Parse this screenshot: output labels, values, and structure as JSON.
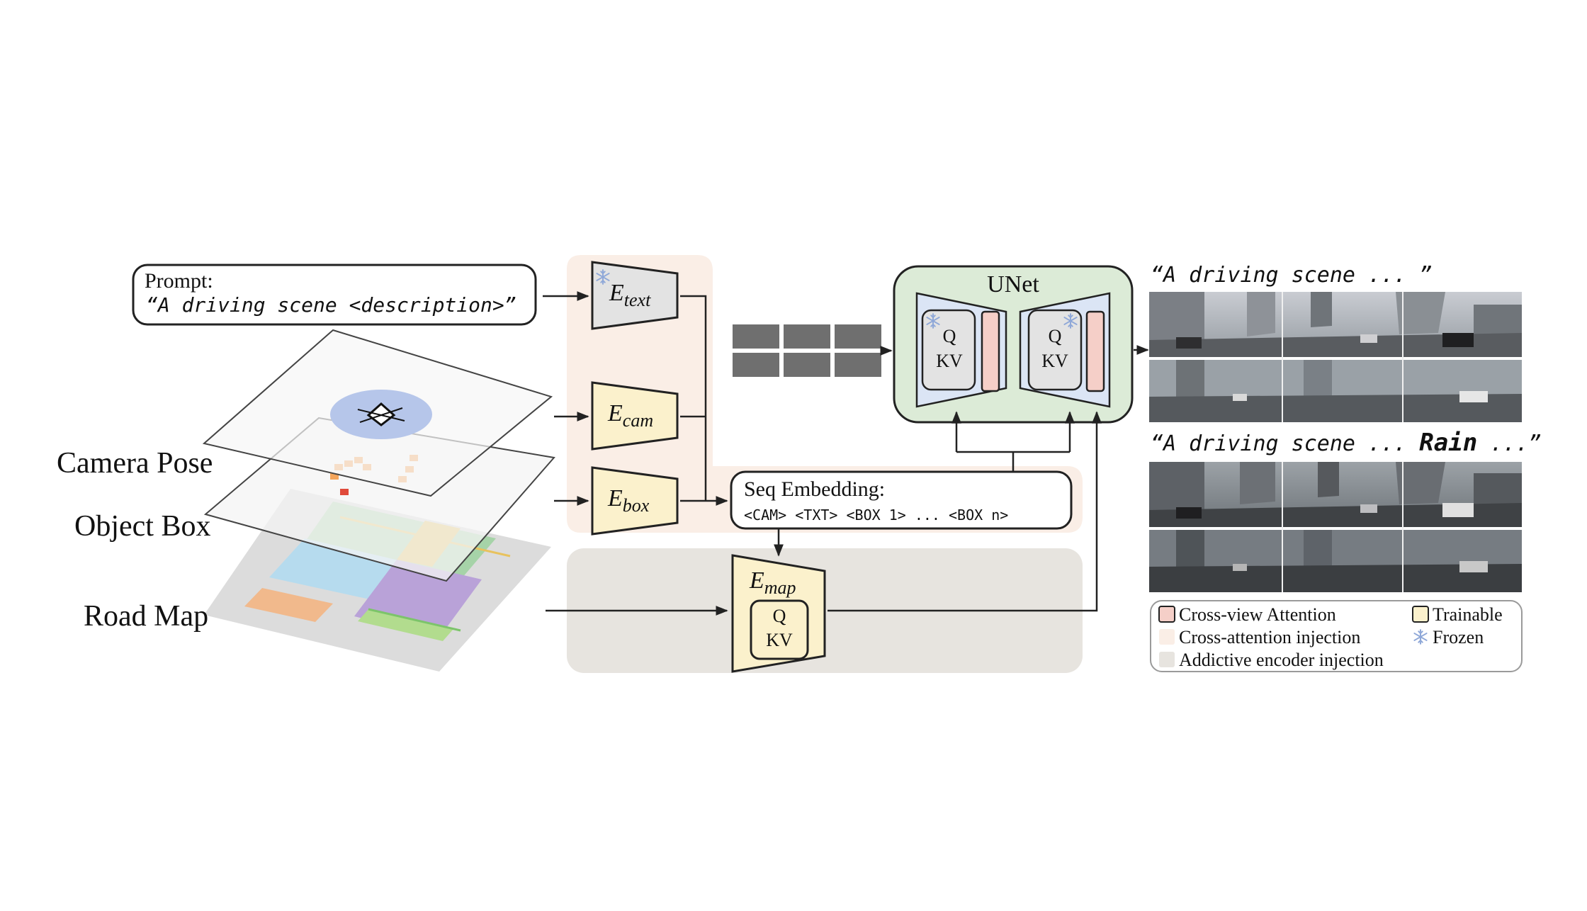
{
  "prompt": {
    "title": "Prompt:",
    "text": "“A driving scene <description>”"
  },
  "inputs": {
    "camera_pose": "Camera Pose",
    "object_box": "Object Box",
    "road_map": "Road Map"
  },
  "encoders": {
    "text": {
      "base": "E",
      "sub": "text"
    },
    "cam": {
      "base": "E",
      "sub": "cam"
    },
    "box": {
      "base": "E",
      "sub": "box"
    },
    "map": {
      "base": "E",
      "sub": "map"
    }
  },
  "attention": {
    "q": "Q",
    "kv": "KV"
  },
  "unet": {
    "title": "UNet"
  },
  "seq_embedding": {
    "title": "Seq Embedding:",
    "tokens": "<CAM> <TXT> <BOX 1> ... <BOX n>"
  },
  "outputs": {
    "caption_1": "“A driving scene ... ”",
    "caption_2_prefix": "“A driving scene ... ",
    "caption_2_emph": "Rain",
    "caption_2_suffix": " ...”"
  },
  "legend": {
    "cross_view": "Cross-view Attention",
    "trainable": "Trainable",
    "cross_attention": "Cross-attention injection",
    "frozen": "Frozen",
    "additive": "Addictive encoder injection"
  },
  "colors": {
    "cross_view_attention": "#f5cfc8",
    "trainable": "#fbf1cc",
    "cross_attention_injection": "#faeee6",
    "additive_encoder_injection": "#e7e4df",
    "unet_fill": "#dcebd7",
    "frozen_encoder": "#e3e3e3",
    "frozen_icon": "#8fa8d8"
  }
}
